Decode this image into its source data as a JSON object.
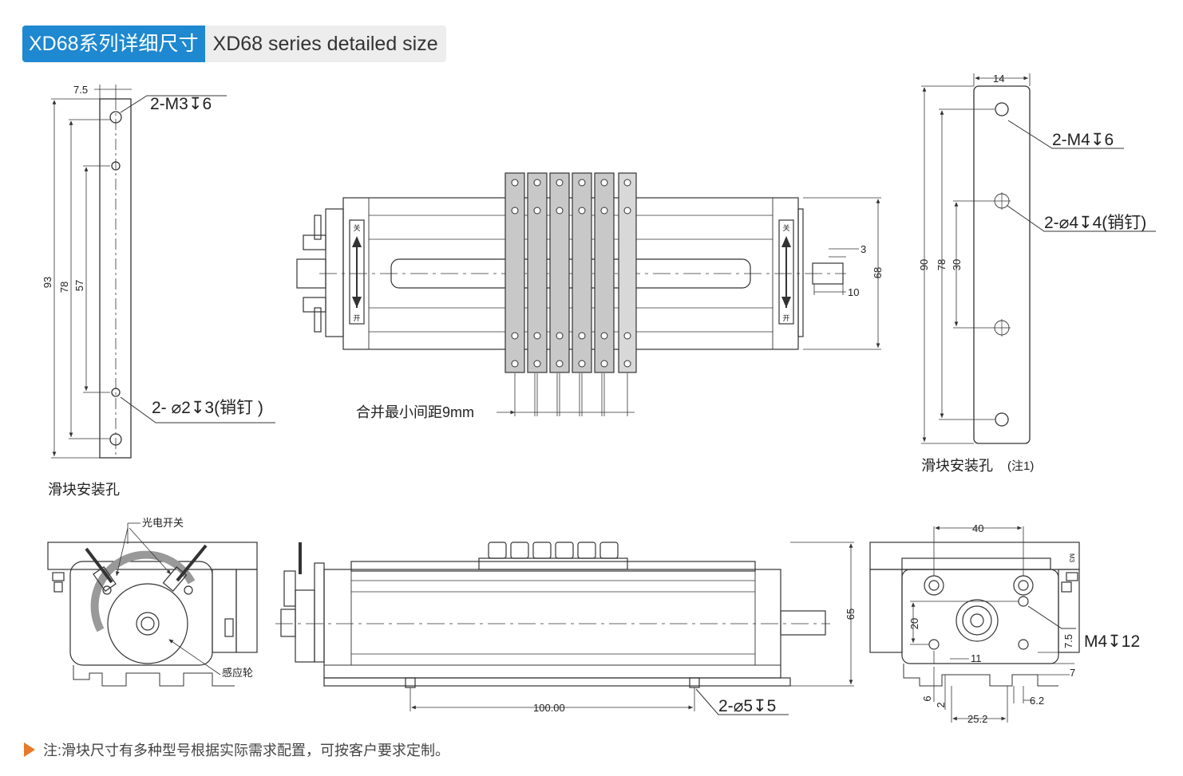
{
  "header": {
    "title_cn": "XD68系列详细尺寸",
    "title_en": "XD68 series detailed size"
  },
  "left_view": {
    "dim_top": "7.5",
    "dim_93": "93",
    "dim_78": "78",
    "dim_57": "57",
    "callout_top": "2-M3↧6",
    "callout_bottom": "2- ⌀2↧3(销钉 )",
    "caption": "滑块安装孔"
  },
  "top_view": {
    "merge_label": "合并最小间距9mm",
    "dim_3": "3",
    "dim_10": "10",
    "dim_68": "68",
    "switch_close": "关",
    "switch_open": "开"
  },
  "right_view": {
    "dim_14": "14",
    "dim_90": "90",
    "dim_78": "78",
    "dim_30": "30",
    "callout_top": "2-M4↧6",
    "callout_mid": "2-⌀4↧4(销钉)",
    "caption": "滑块安装孔",
    "caption_note": "(注1)"
  },
  "front_view": {
    "label_switch": "光电开关",
    "label_wheel": "感应轮"
  },
  "side_view": {
    "dim_65": "65",
    "dim_100": "100.00",
    "callout_hole": "2-⌀5↧5"
  },
  "end_view": {
    "dim_40": "40",
    "dim_20": "20",
    "dim_11": "11",
    "dim_7_5": "7.5",
    "dim_7": "7",
    "dim_6": "6",
    "dim_2": "2",
    "dim_6_2": "6.2",
    "dim_25_2": "25.2",
    "callout_m4": "M4↧12",
    "tag_m3": "M3"
  },
  "footer": {
    "note": "注:滑块尺寸有多种型号根据实际需求配置，可按客户要求定制。"
  },
  "colors": {
    "title_bg": "#1e88d0",
    "title_en_bg": "#ededed",
    "note_arrow": "#e8782a",
    "slider_fill": "#c8c8c8"
  }
}
